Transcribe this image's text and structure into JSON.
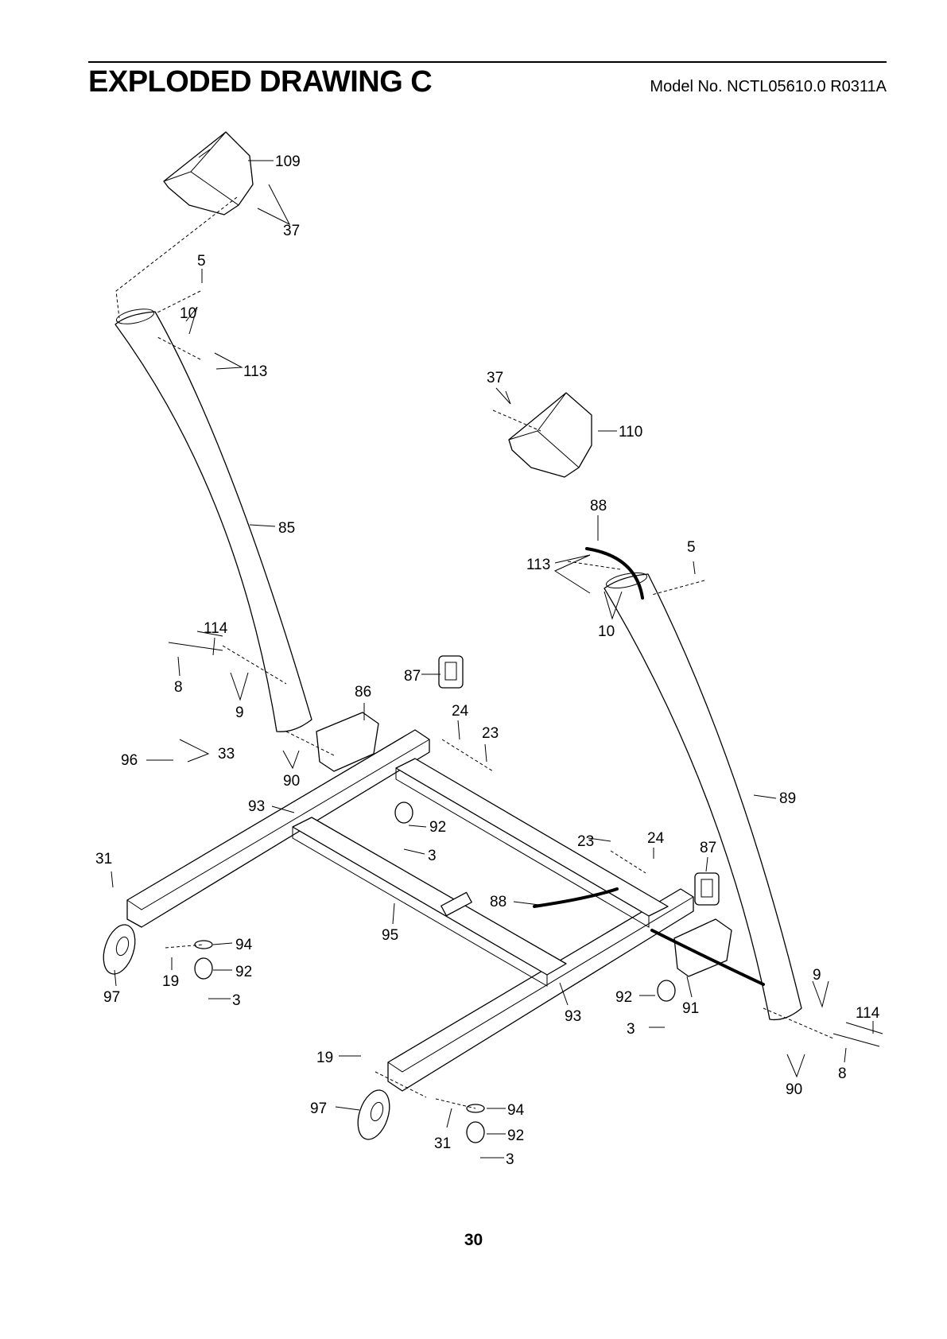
{
  "header": {
    "title": "EXPLODED DRAWING C",
    "model": "Model No. NCTL05610.0 R0311A"
  },
  "footer": {
    "page_number": "30"
  },
  "callouts": [
    {
      "id": "l109",
      "text": "109"
    },
    {
      "id": "l37a",
      "text": "37"
    },
    {
      "id": "l5a",
      "text": "5"
    },
    {
      "id": "l10a",
      "text": "10"
    },
    {
      "id": "l113a",
      "text": "113"
    },
    {
      "id": "l37b",
      "text": "37"
    },
    {
      "id": "l110",
      "text": "110"
    },
    {
      "id": "l88a",
      "text": "88"
    },
    {
      "id": "l5b",
      "text": "5"
    },
    {
      "id": "l113b",
      "text": "113"
    },
    {
      "id": "l10b",
      "text": "10"
    },
    {
      "id": "l85",
      "text": "85"
    },
    {
      "id": "l114a",
      "text": "114"
    },
    {
      "id": "l8a",
      "text": "8"
    },
    {
      "id": "l9a",
      "text": "9"
    },
    {
      "id": "l86",
      "text": "86"
    },
    {
      "id": "l87a",
      "text": "87"
    },
    {
      "id": "l24a",
      "text": "24"
    },
    {
      "id": "l23a",
      "text": "23"
    },
    {
      "id": "l96",
      "text": "96"
    },
    {
      "id": "l33",
      "text": "33"
    },
    {
      "id": "l90a",
      "text": "90"
    },
    {
      "id": "l93a",
      "text": "93"
    },
    {
      "id": "l92a",
      "text": "92"
    },
    {
      "id": "l3a",
      "text": "3"
    },
    {
      "id": "l31a",
      "text": "31"
    },
    {
      "id": "l89",
      "text": "89"
    },
    {
      "id": "l23b",
      "text": "23"
    },
    {
      "id": "l24b",
      "text": "24"
    },
    {
      "id": "l87b",
      "text": "87"
    },
    {
      "id": "l88b",
      "text": "88"
    },
    {
      "id": "l95",
      "text": "95"
    },
    {
      "id": "l94a",
      "text": "94"
    },
    {
      "id": "l92b",
      "text": "92"
    },
    {
      "id": "l19a",
      "text": "19"
    },
    {
      "id": "l97a",
      "text": "97"
    },
    {
      "id": "l3b",
      "text": "3"
    },
    {
      "id": "l93b",
      "text": "93"
    },
    {
      "id": "l92c",
      "text": "92"
    },
    {
      "id": "l3c",
      "text": "3"
    },
    {
      "id": "l91",
      "text": "91"
    },
    {
      "id": "l9b",
      "text": "9"
    },
    {
      "id": "l114b",
      "text": "114"
    },
    {
      "id": "l8b",
      "text": "8"
    },
    {
      "id": "l90b",
      "text": "90"
    },
    {
      "id": "l19b",
      "text": "19"
    },
    {
      "id": "l97b",
      "text": "97"
    },
    {
      "id": "l94b",
      "text": "94"
    },
    {
      "id": "l31b",
      "text": "31"
    },
    {
      "id": "l92d",
      "text": "92"
    },
    {
      "id": "l3d",
      "text": "3"
    }
  ]
}
